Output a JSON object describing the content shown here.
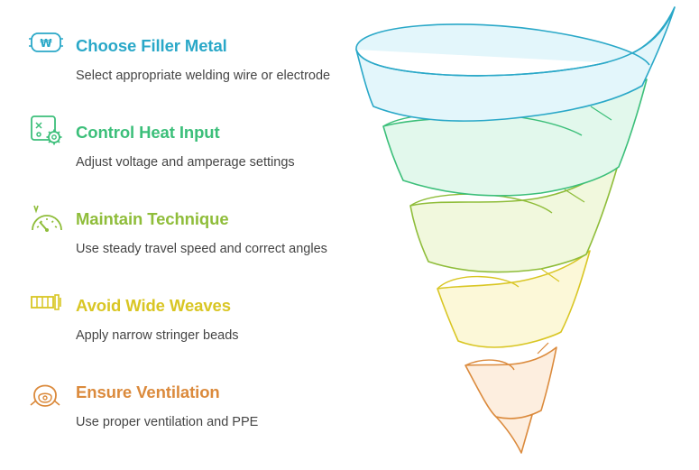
{
  "steps": [
    {
      "title": "Choose Filler Metal",
      "description": "Select appropriate welding wire or electrode",
      "color": "#2aa8c8",
      "fill": "#e3f6fb",
      "icon": "wire-spool-icon"
    },
    {
      "title": "Control Heat Input",
      "description": "Adjust voltage and amperage settings",
      "color": "#3cbf7a",
      "fill": "#e2f8ec",
      "icon": "settings-panel-icon"
    },
    {
      "title": "Maintain Technique",
      "description": "Use steady travel speed and correct angles",
      "color": "#8fbd3a",
      "fill": "#f1f8dd",
      "icon": "speed-gauge-icon"
    },
    {
      "title": "Avoid Wide Weaves",
      "description": "Apply narrow stringer beads",
      "color": "#d9c624",
      "fill": "#fcf8d8",
      "icon": "weld-bead-icon"
    },
    {
      "title": "Ensure Ventilation",
      "description": "Use proper ventilation and PPE",
      "color": "#db8a3c",
      "fill": "#fdeedf",
      "icon": "respirator-mask-icon"
    }
  ]
}
